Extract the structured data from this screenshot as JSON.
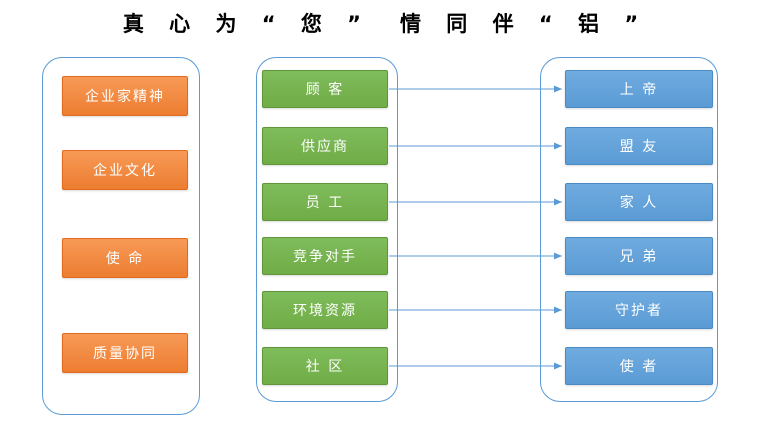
{
  "title": "真 心 为 “ 您 ”　情 同 伴 “ 铝 ”",
  "colors": {
    "accent_blue": "#5B9BD5",
    "box_orange": "#ED7D31",
    "box_green": "#70AD47",
    "box_blue": "#5B9BD5",
    "title_text": "#000000"
  },
  "left_column": {
    "items": [
      "企业家精神",
      "企业文化",
      "使  命",
      "质量协同"
    ]
  },
  "middle_column": {
    "items": [
      "顾  客",
      "供应商",
      "员  工",
      "竞争对手",
      "环境资源",
      "社  区"
    ]
  },
  "right_column": {
    "items": [
      "上  帝",
      "盟  友",
      "家  人",
      "兄  弟",
      "守护者",
      "使  者"
    ]
  },
  "mappings": [
    {
      "from": "顾客",
      "to": "上帝"
    },
    {
      "from": "供应商",
      "to": "盟友"
    },
    {
      "from": "员工",
      "to": "家人"
    },
    {
      "from": "竞争对手",
      "to": "兄弟"
    },
    {
      "from": "环境资源",
      "to": "守护者"
    },
    {
      "from": "社区",
      "to": "使者"
    }
  ]
}
